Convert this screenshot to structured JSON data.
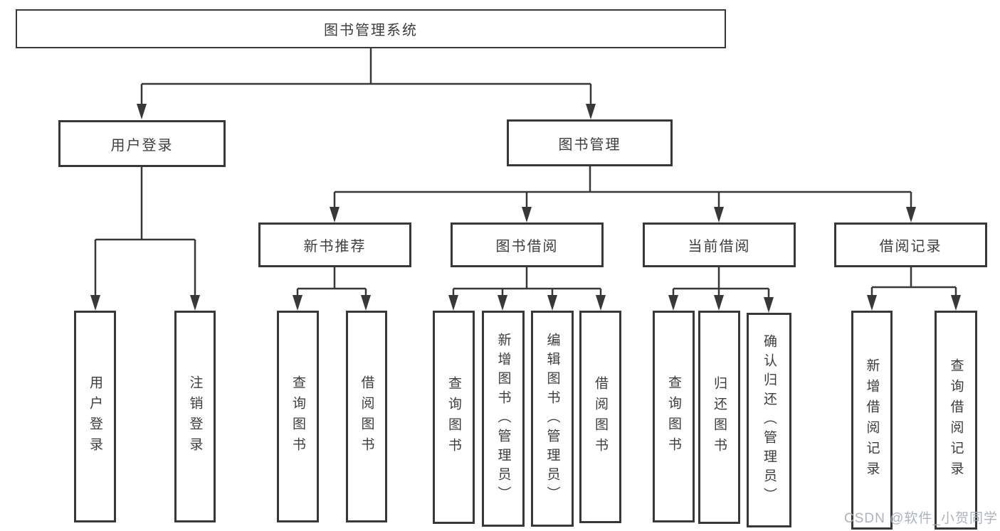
{
  "diagram_title": "图书管理系统",
  "watermark": "CSDN @软件_小贺同学",
  "colors": {
    "line": "#383838",
    "node_border": "#383838",
    "text": "#3d3d3d",
    "background": "#ffffff",
    "watermark": "#aaafb5"
  },
  "tree": {
    "label": "图书管理系统",
    "children": [
      {
        "label": "用户登录",
        "children": [
          {
            "label": "用户登录"
          },
          {
            "label": "注销登录"
          }
        ]
      },
      {
        "label": "图书管理",
        "children": [
          {
            "label": "新书推荐",
            "children": [
              {
                "label": "查询图书"
              },
              {
                "label": "借阅图书"
              }
            ]
          },
          {
            "label": "图书借阅",
            "children": [
              {
                "label": "查询图书"
              },
              {
                "label": "新增图书（管理员）"
              },
              {
                "label": "编辑图书（管理员）"
              },
              {
                "label": "借阅图书"
              }
            ]
          },
          {
            "label": "当前借阅",
            "children": [
              {
                "label": "查询图书"
              },
              {
                "label": "归还图书"
              },
              {
                "label": "确认归还（管理员）"
              }
            ]
          },
          {
            "label": "借阅记录",
            "children": [
              {
                "label": "新增借阅记录"
              },
              {
                "label": "查询借阅记录"
              }
            ]
          }
        ]
      }
    ]
  }
}
